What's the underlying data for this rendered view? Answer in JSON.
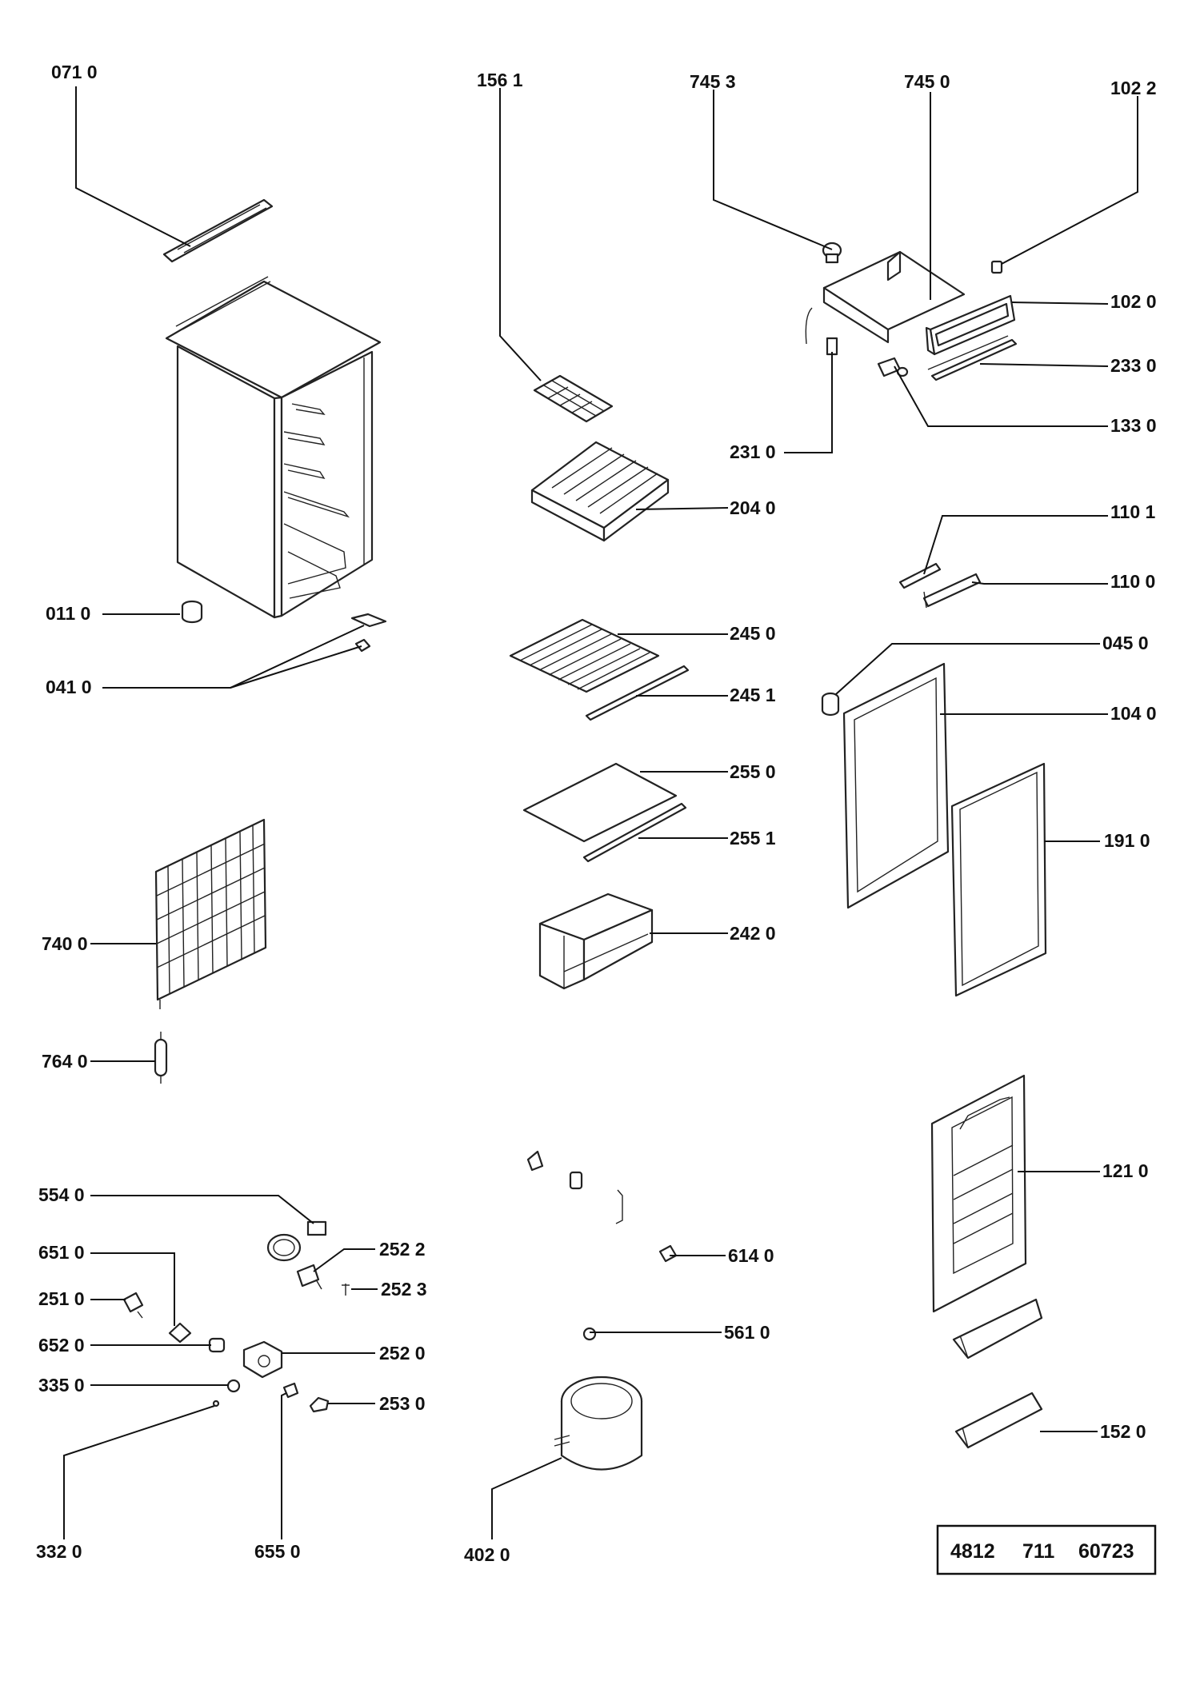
{
  "labels": {
    "p0710": "071 0",
    "p1561": "156 1",
    "p7453": "745 3",
    "p7450": "745 0",
    "p1022": "102 2",
    "p1020": "102 0",
    "p2330": "233 0",
    "p1330": "133 0",
    "p2310": "231 0",
    "p2040": "204 0",
    "p1101": "110 1",
    "p1100": "110 0",
    "p0110": "011 0",
    "p0410": "041 0",
    "p2450": "245 0",
    "p0450": "045 0",
    "p2451": "245 1",
    "p1040": "104 0",
    "p2550": "255 0",
    "p2551": "255 1",
    "p1910": "191 0",
    "p7400": "740 0",
    "p2420": "242 0",
    "p7640": "764 0",
    "p1210": "121 0",
    "p5540": "554 0",
    "p6510": "651 0",
    "p2522": "252 2",
    "p6140": "614 0",
    "p2523": "252 3",
    "p2510": "251 0",
    "p6520": "652 0",
    "p2520": "252 0",
    "p5610": "561 0",
    "p3350": "335 0",
    "p2530": "253 0",
    "p1520": "152 0",
    "p3320": "332 0",
    "p6550": "655 0",
    "p4020": "402 0"
  },
  "reference_box": {
    "part_a": "4812",
    "part_b": "711",
    "part_c": "60723"
  },
  "colors": {
    "ink": "#111111",
    "paper": "#ffffff"
  }
}
